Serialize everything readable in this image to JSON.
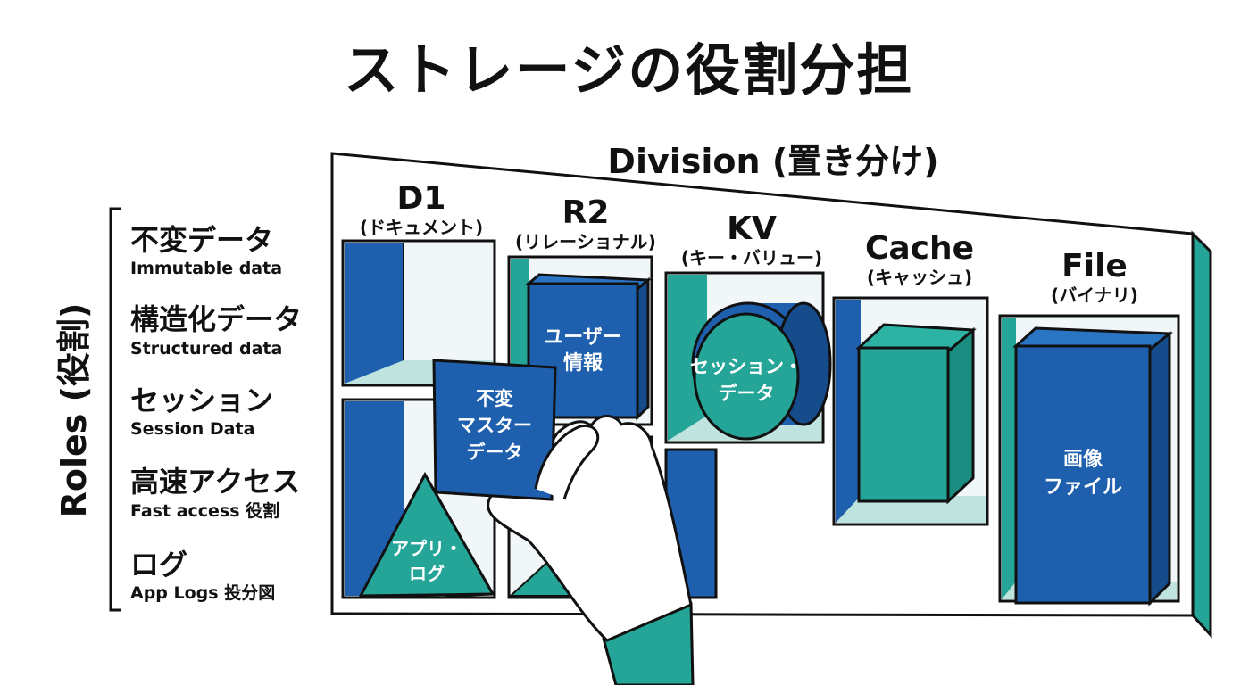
{
  "title": "ストレージの役割分担",
  "division_label": "Division (置き分け)",
  "roles_label": "Roles (役割)",
  "roles": [
    {
      "ja": "不変データ",
      "en": "Immutable data"
    },
    {
      "ja": "構造化データ",
      "en": "Structured data"
    },
    {
      "ja": "セッション",
      "en": "Session Data"
    },
    {
      "ja": "高速アクセス",
      "en": "Fast access 役割"
    },
    {
      "ja": "ログ",
      "en": "App Logs 投分図"
    }
  ],
  "storages": [
    {
      "name": "D1",
      "sub": "(ドキュメント)"
    },
    {
      "name": "R2",
      "sub": "(リレーショナル)"
    },
    {
      "name": "KV",
      "sub": "(キー・バリュー)"
    },
    {
      "name": "Cache",
      "sub": "(キャッシュ)"
    },
    {
      "name": "File",
      "sub": "(バイナリ)"
    }
  ],
  "items": {
    "user_info": [
      "ユーザー",
      "情報"
    ],
    "session_data": [
      "セッション・",
      "データ"
    ],
    "immutable_master": [
      "不変",
      "マスター",
      "データ"
    ],
    "app_log": [
      "アプリ・",
      "ログ"
    ],
    "image_file": [
      "画像",
      "ファイル"
    ]
  },
  "colors": {
    "blue": "#1e5fae",
    "teal": "#24a597",
    "teal_light": "#bfe4df",
    "outline": "#111111",
    "cell_bg": "#f1f7f9"
  }
}
